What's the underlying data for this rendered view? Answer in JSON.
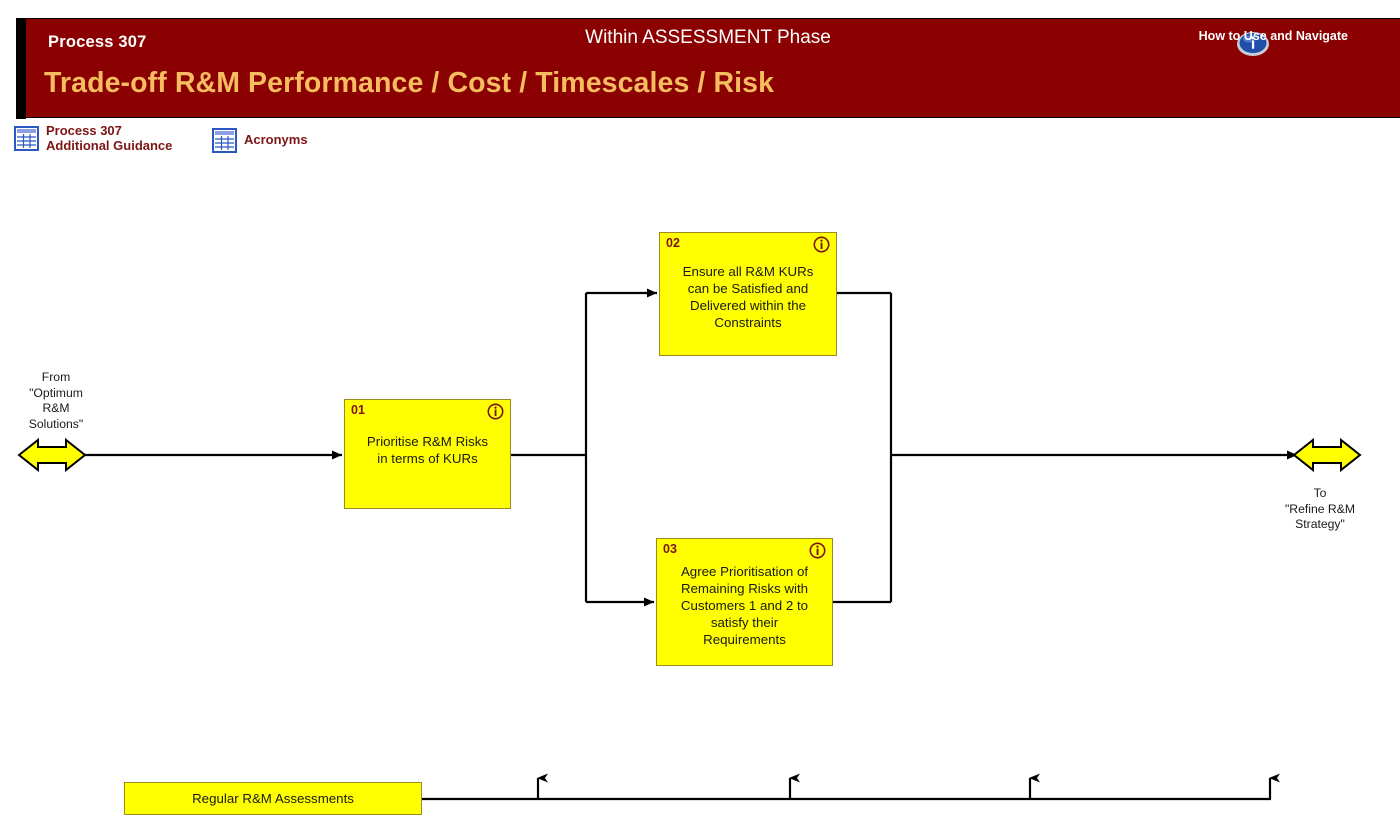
{
  "header": {
    "process_number": "Process 307",
    "phase": "Within ASSESSMENT Phase",
    "title": "Trade-off R&M Performance / Cost / Timescales / Risk",
    "how_to_use": "How to Use\nand Navigate",
    "info_icon": "info-icon",
    "bar_color": "#8b0000",
    "title_color": "#f5bd5f",
    "text_color": "#ffffff"
  },
  "toolbar": {
    "links": [
      {
        "icon": "spreadsheet-icon",
        "label": "Process 307\nAdditional Guidance"
      },
      {
        "icon": "spreadsheet-icon",
        "label": "Acronyms"
      }
    ]
  },
  "diagram": {
    "box_fill": "#ffff00",
    "box_border": "#9a8a23",
    "number_color": "#7d1414",
    "line_color": "#000000",
    "boxes": [
      {
        "number": "01",
        "text": "Prioritise R&M Risks\nin terms of KURs",
        "info_icon": "info-icon"
      },
      {
        "number": "02",
        "text": "Ensure all R&M KURs\ncan be Satisfied and\nDelivered within the\nConstraints",
        "info_icon": "info-icon"
      },
      {
        "number": "03",
        "text": "Agree Prioritisation of\nRemaining Risks with\nCustomers 1 and 2 to\nsatisfy their\nRequirements",
        "info_icon": "info-icon"
      }
    ],
    "terminators": [
      {
        "label": "From\n\"Optimum\nR&M\nSolutions\"",
        "shape": "double-arrow"
      },
      {
        "label": "To\n\"Refine R&M\nStrategy\"",
        "shape": "double-arrow"
      }
    ],
    "bottom_bar": {
      "label": "Regular R&M Assessments"
    }
  }
}
